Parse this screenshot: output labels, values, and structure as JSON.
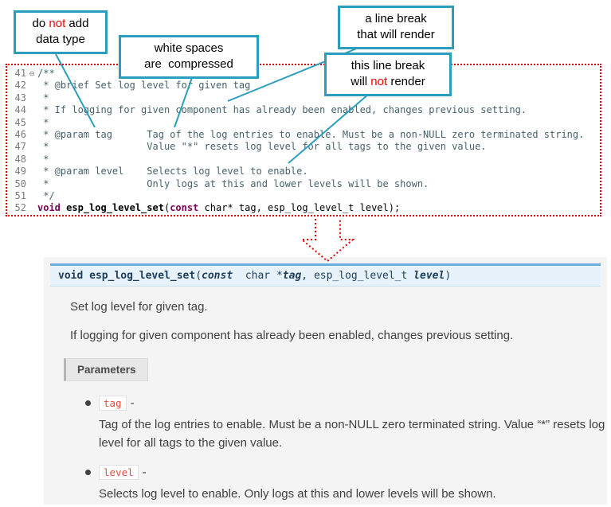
{
  "colors": {
    "callout_border": "#2b9dbd",
    "highlight_red": "#ff0000",
    "code_box_border": "#e60000",
    "signature_accent": "#6ab0de",
    "signature_bg": "#e7f2fa",
    "literal_red": "#e74c3c",
    "docs_bg": "#f4f4f4"
  },
  "callouts": [
    {
      "id": "no-datatype",
      "lines": [
        [
          {
            "t": "do "
          },
          {
            "t": "not",
            "red": true
          },
          {
            "t": " add"
          }
        ],
        [
          {
            "t": "data type"
          }
        ]
      ]
    },
    {
      "id": "whitespace",
      "lines": [
        [
          {
            "t": "white spaces"
          }
        ],
        [
          {
            "t": "are  compressed"
          }
        ]
      ]
    },
    {
      "id": "break-renders",
      "lines": [
        [
          {
            "t": "a line break"
          }
        ],
        [
          {
            "t": "that will render"
          }
        ]
      ]
    },
    {
      "id": "break-not-render",
      "lines": [
        [
          {
            "t": "this line break"
          }
        ],
        [
          {
            "t": "will "
          },
          {
            "t": "not",
            "red": true
          },
          {
            "t": " render"
          }
        ]
      ]
    }
  ],
  "code": {
    "lines": [
      {
        "num": "41",
        "fold": "⊖",
        "segments": [
          {
            "t": "/**",
            "c": "comment"
          }
        ]
      },
      {
        "num": "42",
        "segments": [
          {
            "t": " * @brief Set log level for given tag",
            "c": "comment"
          }
        ]
      },
      {
        "num": "43",
        "segments": [
          {
            "t": " *",
            "c": "comment"
          }
        ]
      },
      {
        "num": "44",
        "segments": [
          {
            "t": " * If logging for given component has already been enabled, changes previous setting.",
            "c": "comment"
          }
        ]
      },
      {
        "num": "45",
        "segments": [
          {
            "t": " *",
            "c": "comment"
          }
        ]
      },
      {
        "num": "46",
        "segments": [
          {
            "t": " * @param tag      Tag of the log entries to enable. Must be a non-NULL zero terminated string.",
            "c": "comment"
          }
        ]
      },
      {
        "num": "47",
        "segments": [
          {
            "t": " *                 Value \"*\" resets log level for all tags to the given value.",
            "c": "comment"
          }
        ]
      },
      {
        "num": "48",
        "segments": [
          {
            "t": " *",
            "c": "comment"
          }
        ]
      },
      {
        "num": "49",
        "segments": [
          {
            "t": " * @param level    Selects log level to enable.",
            "c": "comment"
          }
        ]
      },
      {
        "num": "50",
        "segments": [
          {
            "t": " *                 Only logs at this and lower levels will be shown.",
            "c": "comment"
          }
        ]
      },
      {
        "num": "51",
        "segments": [
          {
            "t": " */",
            "c": "comment"
          }
        ]
      },
      {
        "num": "52",
        "segments": [
          {
            "t": "void",
            "c": "kw"
          },
          {
            "t": " ",
            "c": "plain"
          },
          {
            "t": "esp_log_level_set",
            "c": "fn"
          },
          {
            "t": "(",
            "c": "plain"
          },
          {
            "t": "const",
            "c": "kw"
          },
          {
            "t": " char* tag, esp_log_level_t level);",
            "c": "plain"
          }
        ]
      }
    ]
  },
  "docs": {
    "signature": [
      {
        "t": "void ",
        "cls": "kw"
      },
      {
        "t": "esp_log_level_set",
        "cls": "name"
      },
      {
        "t": "(",
        "cls": "p"
      },
      {
        "t": "const",
        "cls": "kwi"
      },
      {
        "t": "  char *",
        "cls": "p"
      },
      {
        "t": "tag",
        "cls": "param"
      },
      {
        "t": ", ",
        "cls": "p"
      },
      {
        "t": "esp_log_level_t ",
        "cls": "p"
      },
      {
        "t": "level",
        "cls": "param"
      },
      {
        "t": ")",
        "cls": "p"
      }
    ],
    "para1": "Set log level for given tag.",
    "para2": "If logging for given component has already been enabled, changes previous setting.",
    "parameters_label": "Parameters",
    "params": [
      {
        "name": "tag",
        "sep": "-",
        "desc": "Tag of the log entries to enable. Must be a non-NULL zero terminated string. Value “*” resets log level for all tags to the given value."
      },
      {
        "name": "level",
        "sep": "-",
        "desc": "Selects log level to enable. Only logs at this and lower levels will be shown."
      }
    ]
  }
}
